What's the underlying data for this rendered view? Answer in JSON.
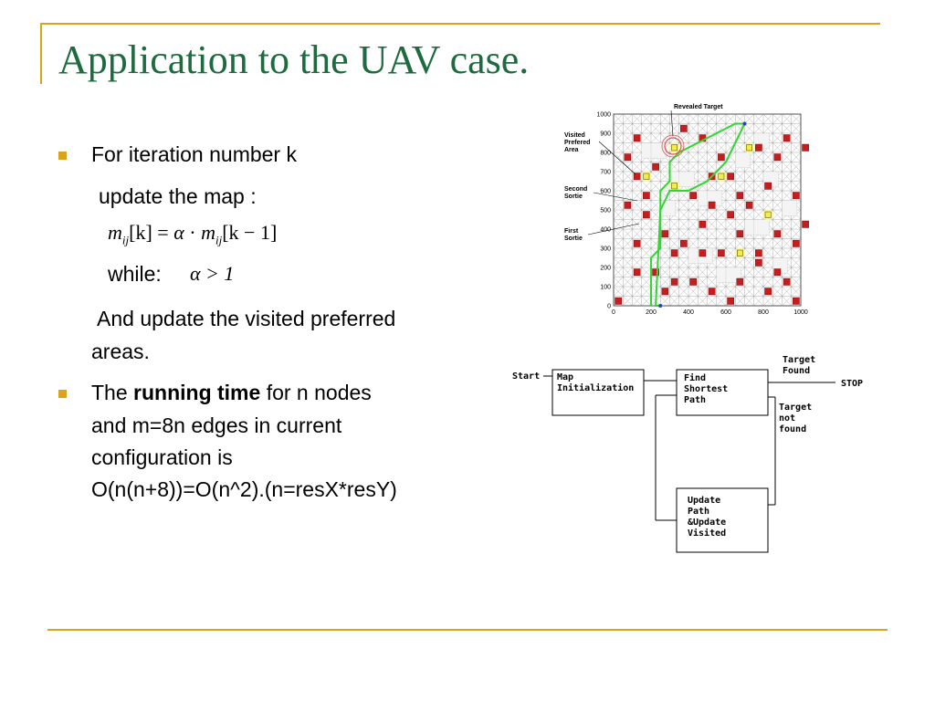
{
  "slide": {
    "title": "Application to the UAV case.",
    "bullets": [
      {
        "line1": "For iteration number k",
        "line2": "update the map :",
        "formula": {
          "m": "m",
          "sub": "ij",
          "k": "[k]",
          "eq": "=",
          "alpha": "α",
          "dot": "·",
          "m2": "m",
          "sub2": "ij",
          "k2": "[k − 1]"
        },
        "while_label": "while:",
        "while_formula": "α > 1",
        "line3": "And update the visited preferred",
        "line4": "areas."
      },
      {
        "prefix": "The ",
        "bold": "running time",
        "suffix": " for n nodes",
        "line2": "and m=8n edges in current",
        "line3": "configuration is",
        "line4": "O(n(n+8))=O(n^2).(n=resX*resY)"
      }
    ]
  },
  "map_figure": {
    "labels": {
      "revealed_target": "Revealed Target",
      "visited_1": "Visited",
      "visited_2": "Prefered",
      "visited_3": "Area",
      "second_1": "Second",
      "second_2": "Sortie",
      "first_1": "First",
      "first_2": "Sortie"
    },
    "y_ticks": [
      "1000",
      "900",
      "800",
      "700",
      "600",
      "500",
      "400",
      "300",
      "200",
      "100",
      "0"
    ],
    "x_ticks": [
      "0",
      "200",
      "400",
      "600",
      "800",
      "1000"
    ],
    "colors": {
      "obstacle": "#c41e1e",
      "preferred": "#f5ee3c",
      "path": "#32d632",
      "grid": "#8a8a8a"
    }
  },
  "flowchart": {
    "start": "Start",
    "box1_l1": "Map",
    "box1_l2": "Initialization",
    "box2_l1": "Find",
    "box2_l2": "Shortest",
    "box2_l3": "Path",
    "found_l1": "Target",
    "found_l2": "Found",
    "stop": "STOP",
    "notfound_l1": "Target",
    "notfound_l2": "not",
    "notfound_l3": "found",
    "box3_l1": "Update",
    "box3_l2": "Path",
    "box3_l3": "&Update",
    "box3_l4": "Visited"
  }
}
